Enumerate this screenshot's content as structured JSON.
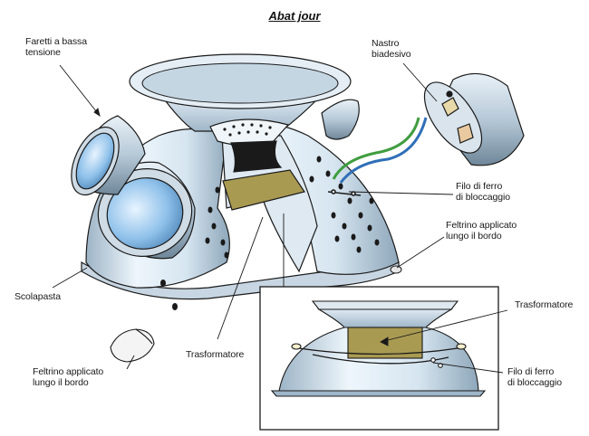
{
  "title": "Abat jour",
  "labels": {
    "faretti": "Faretti a bassa\ntensione",
    "nastro": "Nastro\nbiadesivo",
    "filo_top": "Filo di ferro\ndi bloccaggio",
    "feltrino_right": "Feltrino applicato\nlungo il bordo",
    "scolapasta": "Scolapasta",
    "trasformatore_main": "Trasformatore",
    "trasformatore_inset": "Trasformatore",
    "feltrino_left": "Feltrino applicato\nlungo il bordo",
    "filo_inset": "Filo di ferro\ndi bloccaggio"
  },
  "colors": {
    "metal_light": "#eef6fc",
    "metal_mid": "#c9dcea",
    "metal_dark": "#8ea7ba",
    "lens": "#8fc1ea",
    "transformer": "#a99a52",
    "wire_green": "#3f9d3f",
    "wire_blue": "#2f6fb8",
    "outline": "#1a1a1a"
  }
}
